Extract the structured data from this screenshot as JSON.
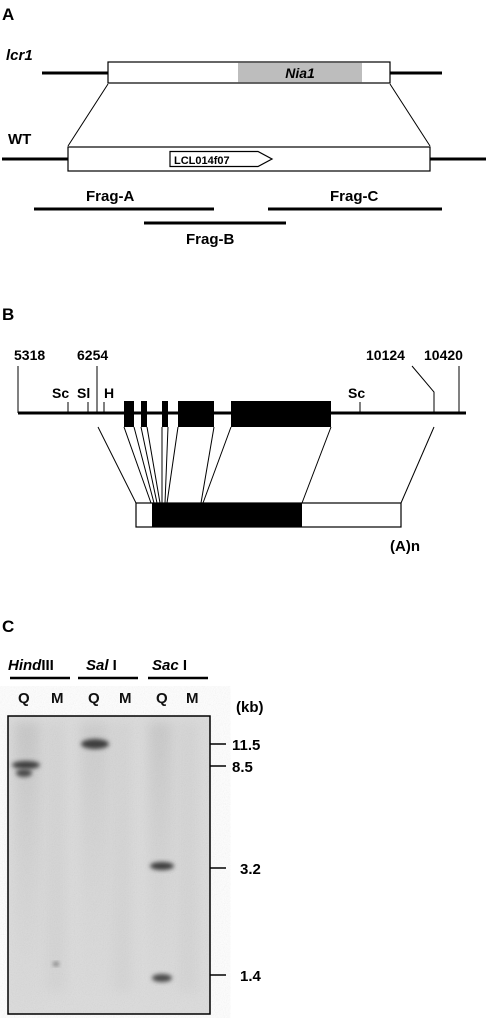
{
  "panelA": {
    "panel_label": "A",
    "lcr1_label": "lcr1",
    "nia1_label": "Nia1",
    "wt_label": "WT",
    "clone_label": "LCL014f07",
    "frag_a": "Frag-A",
    "frag_b": "Frag-B",
    "frag_c": "Frag-C"
  },
  "panelB": {
    "panel_label": "B",
    "pos_5318": "5318",
    "pos_6254": "6254",
    "pos_10124": "10124",
    "pos_10420": "10420",
    "site_sc1": "Sc",
    "site_sl": "Sl",
    "site_h": "H",
    "site_sc2": "Sc",
    "polya": "(A)n"
  },
  "panelC": {
    "panel_label": "C",
    "enzyme1_italic": "Hind",
    "enzyme1_rest": "III",
    "enzyme2_italic": "Sal",
    "enzyme2_rest": " I",
    "enzyme3_italic": "Sac",
    "enzyme3_rest": " I",
    "lane_q1": "Q",
    "lane_m1": "M",
    "lane_q2": "Q",
    "lane_m2": "M",
    "lane_q3": "Q",
    "lane_m3": "M",
    "kb_unit": "(kb)",
    "marker_115": "11.5",
    "marker_85": "8.5",
    "marker_32": "3.2",
    "marker_14": "1.4"
  },
  "colors": {
    "nia1_fill": "#bdbdbd",
    "exon_fill": "#000000",
    "blot_bg": "#dcdcdc",
    "band": "#3c3c3c"
  }
}
